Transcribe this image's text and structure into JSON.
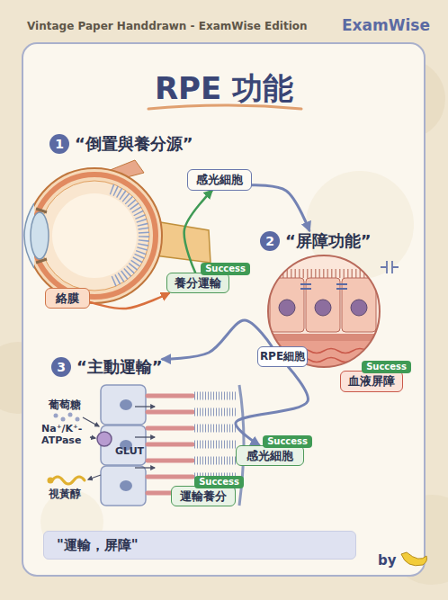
{
  "diagram": {
    "title": "RPE 功能",
    "nodes": [
      {
        "text": [
          "1",
          "“倒置與養分源”"
        ]
      },
      {
        "text": [
          "感光細胞"
        ]
      },
      {
        "text": [
          "絡膜"
        ]
      },
      {
        "text": [
          "Success",
          "養分運輸"
        ]
      },
      {
        "text": [
          "2",
          "“屏障功能”"
        ]
      },
      {
        "text": [
          "RPE細胞"
        ]
      },
      {
        "text": [
          "Success",
          "血液屏障"
        ]
      },
      {
        "text": [
          "3",
          "“主動運輸”"
        ]
      },
      {
        "text": [
          "Success",
          "感光細胞"
        ]
      },
      {
        "text": [
          "Success",
          "運輸養分"
        ]
      },
      {
        "text": [
          "\"運輸，屏障\""
        ]
      }
    ],
    "edges": [
      {
        "from": 2,
        "to": 3,
        "arrow": "to"
      },
      {
        "from": 3,
        "to": 1,
        "arrow": "to"
      },
      {
        "from": 1,
        "to": 4,
        "arrow": "to"
      },
      {
        "from": 5,
        "to": 7,
        "arrow": "to"
      },
      {
        "from": 5,
        "to": 8,
        "arrow": "to"
      }
    ],
    "labels": [
      "Vintage Paper Handdrawn - ExamWise Edition",
      "ExamWise",
      "葡萄糖",
      "Na⁺/K⁺- ATPase",
      "GLUT",
      "視黃醇",
      "by"
    ]
  }
}
